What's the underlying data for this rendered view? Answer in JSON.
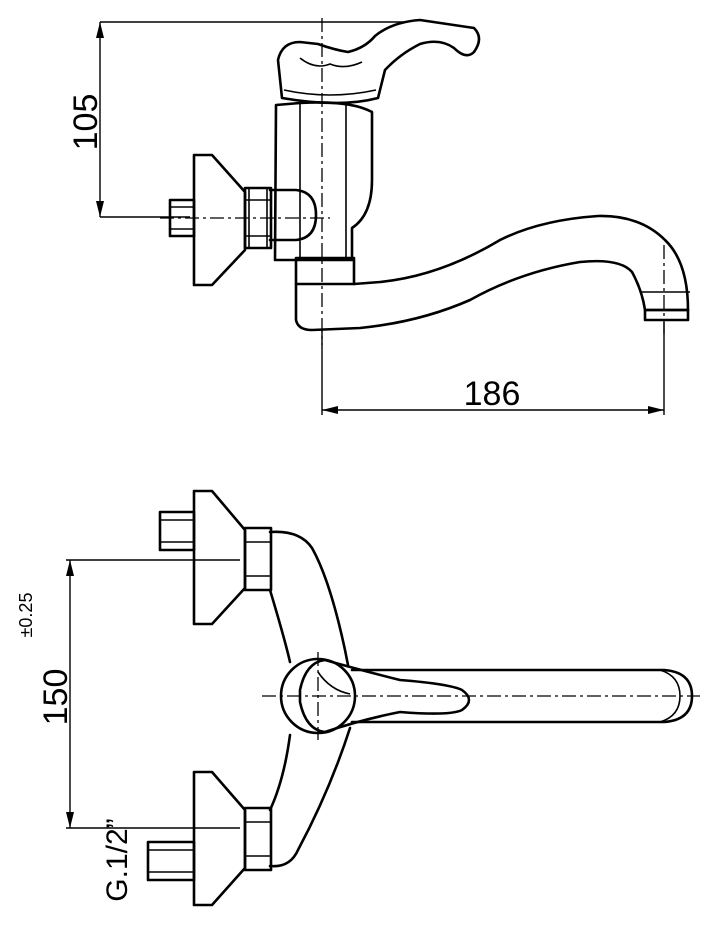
{
  "dimensions": {
    "height": "105",
    "reach": "186",
    "spacing": "150",
    "tolerance": "±0.25",
    "thread": "G.1/2”"
  },
  "colors": {
    "line": "#000000",
    "background": "#ffffff"
  }
}
